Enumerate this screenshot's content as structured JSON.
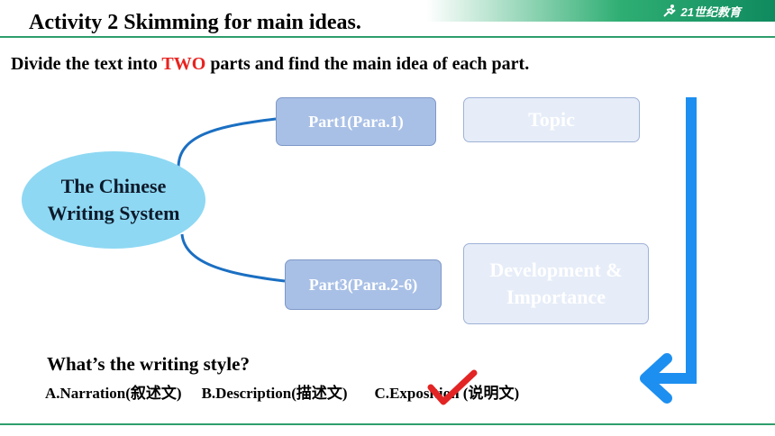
{
  "header": {
    "title": "Activity 2 Skimming for main ideas.",
    "logo_text": "21世纪教育",
    "accent_color": "#2e9e6d"
  },
  "instruction": {
    "before": "Divide the text into ",
    "highlight": "TWO",
    "after": " parts and find the main idea of each part.",
    "highlight_color": "#e8231f"
  },
  "mindmap": {
    "center": {
      "line1": "The Chinese",
      "line2": "Writing System"
    },
    "part1": {
      "label": "Part1(Para.1)",
      "answer": "Topic"
    },
    "part2": {
      "label": "Part3(Para.2-6)",
      "answer_line1": "Development &",
      "answer_line2": "Importance"
    }
  },
  "question": {
    "text": "What’s the writing style?",
    "option_a": "A.Narration(叙述文)",
    "option_b": "B.Description(描述文)",
    "option_c_letter": "C.",
    "option_c": "Exposition (说明文)"
  },
  "icons": {
    "arrow": "down-left-arrow-icon",
    "check": "checkmark-icon"
  }
}
